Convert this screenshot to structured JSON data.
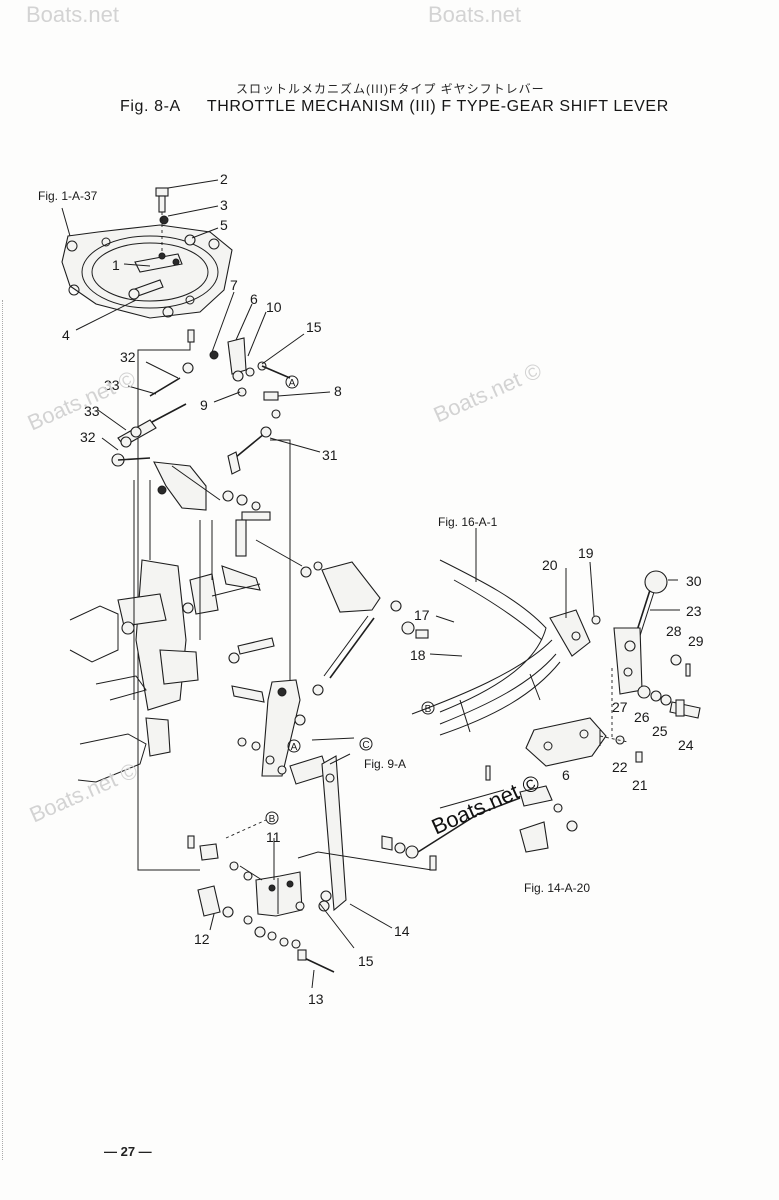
{
  "header": {
    "subtitle_jp": "スロットルメカニズム(III)Fタイプ ギヤシフトレバー",
    "fig_id": "Fig. 8-A",
    "title": "THROTTLE MECHANISM (III) F TYPE-GEAR SHIFT LEVER"
  },
  "references": {
    "fig_1_a_37": "Fig. 1-A-37",
    "fig_16_a_1": "Fig. 16-A-1",
    "fig_9_a": "Fig. 9-A",
    "fig_14_a_20": "Fig. 14-A-20"
  },
  "callouts": {
    "c1": "1",
    "c2": "2",
    "c3": "3",
    "c4": "4",
    "c5": "5",
    "c6a": "6",
    "c6b": "6",
    "c7": "7",
    "c8": "8",
    "c9": "9",
    "c10": "10",
    "c11": "11",
    "c12": "12",
    "c13": "13",
    "c14": "14",
    "c15a": "15",
    "c15b": "15",
    "c17": "17",
    "c18": "18",
    "c19": "19",
    "c20": "20",
    "c21": "21",
    "c22": "22",
    "c23": "23",
    "c24": "24",
    "c25": "25",
    "c26": "26",
    "c27": "27",
    "c28": "28",
    "c29": "29",
    "c30": "30",
    "c31": "31",
    "c32a": "32",
    "c32b": "32",
    "c33a": "33",
    "c33b": "33"
  },
  "markers": {
    "A1": "A",
    "A2": "A",
    "B1": "B",
    "B2": "B",
    "C1": "C"
  },
  "watermarks": {
    "w1": "Boats.net",
    "w2": "Boats.net",
    "w3": "Boats.net ©",
    "w4": "Boats.net ©",
    "w5": "Boats.net ©",
    "w6": "Boats.net ©"
  },
  "footer": {
    "page": "— 27 —"
  }
}
